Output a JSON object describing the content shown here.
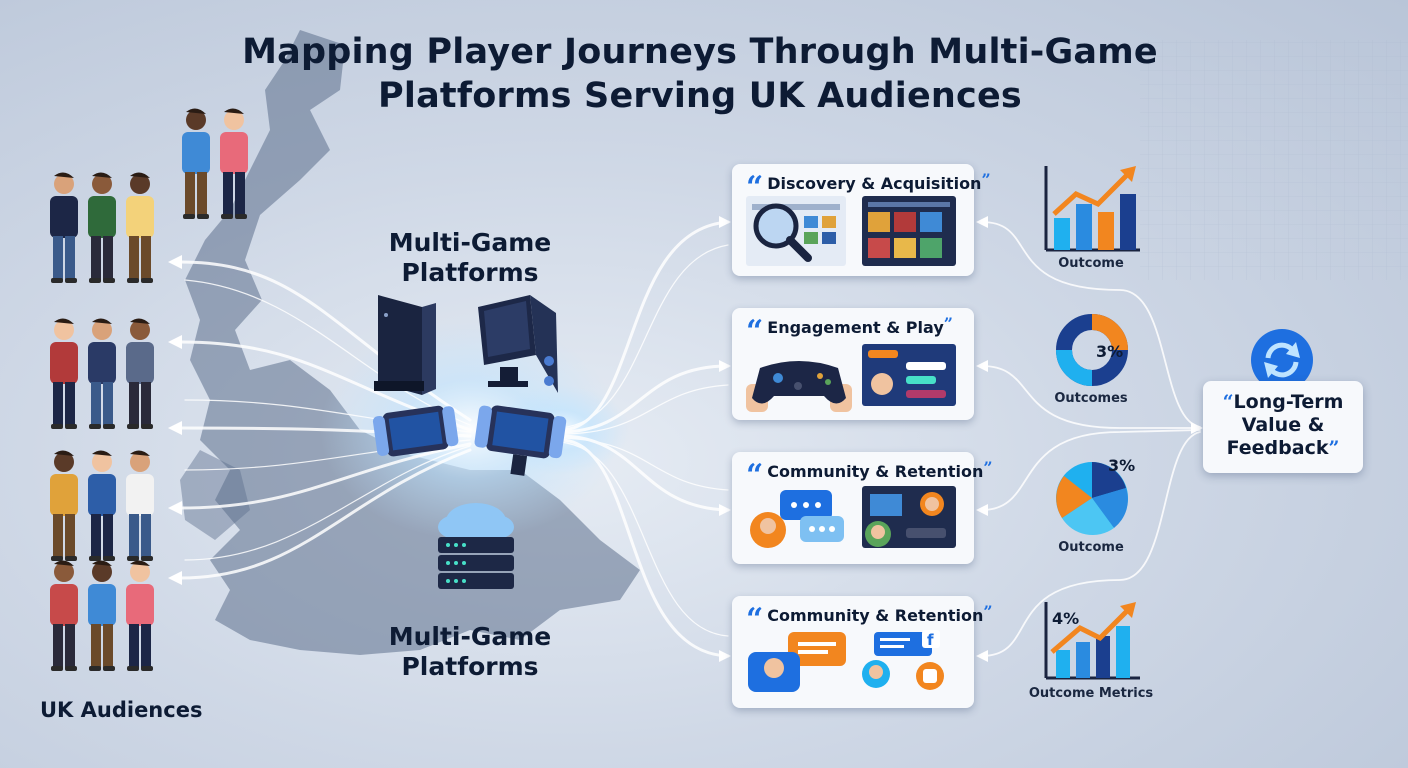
{
  "title_line1": "Mapping Player Journeys Through Multi-Game",
  "title_line2": "Platforms Serving UK Audiences",
  "platforms_top": {
    "line1": "Multi-Game",
    "line2": "Platforms"
  },
  "platforms_bottom": {
    "line1": "Multi-Game",
    "line2": "Platforms"
  },
  "audience_label": "UK Audiences",
  "stages": [
    {
      "title": "Discovery & Acquisition"
    },
    {
      "title": "Engagement & Play"
    },
    {
      "title": "Community & Retention"
    },
    {
      "title": "Community & Retention"
    }
  ],
  "outcomes": [
    {
      "label": "Outcome",
      "pct": ""
    },
    {
      "label": "Outcomes",
      "pct": "3%"
    },
    {
      "label": "Outcome",
      "pct": "3%"
    },
    {
      "label": "Outcome Metrics",
      "pct": "4%"
    }
  ],
  "final_stage": {
    "line1": "Long-Term",
    "line2": "Value &",
    "line3": "Feedback"
  },
  "colors": {
    "accent": "#1e6fe0",
    "cyan": "#1fb0ef",
    "orange": "#f2861f",
    "navy": "#1b3f8f",
    "flow": "#ffffff"
  },
  "icons": [
    "magnifier-icon",
    "gamepad-icon",
    "chat-bubbles-icon",
    "facebook-icon",
    "cloud-server-icon",
    "refresh-icon"
  ]
}
